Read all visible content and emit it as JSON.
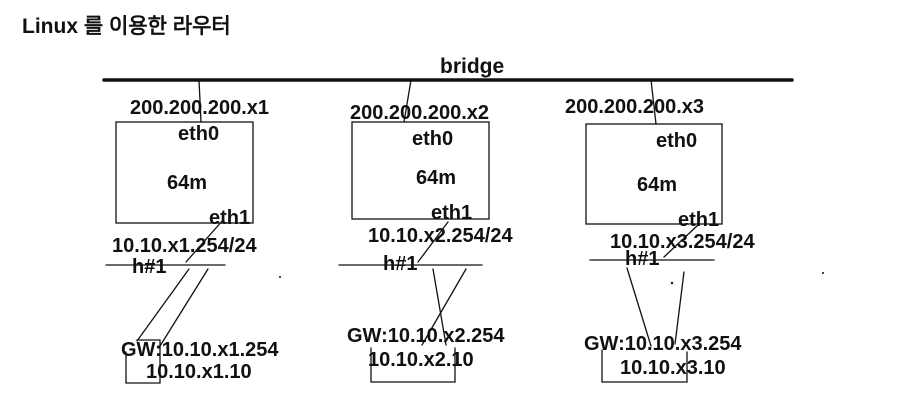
{
  "title": "Linux 를 이용한 라우터",
  "bridge_label": "bridge",
  "routers": [
    {
      "public_ip": "200.200.200.x1",
      "eth0": "eth0",
      "memory": "64m",
      "eth1": "eth1",
      "private_ip": "10.10.x1.254/24",
      "host": "h#1",
      "gateway": "GW:10.10.x1.254",
      "host_ip": "10.10.x1.10"
    },
    {
      "public_ip": "200.200.200.x2",
      "eth0": "eth0",
      "memory": "64m",
      "eth1": "eth1",
      "private_ip": "10.10.x2.254/24",
      "host": "h#1",
      "gateway": "GW:10.10.x2.254",
      "host_ip": "10.10.x2.10"
    },
    {
      "public_ip": "200.200.200.x3",
      "eth0": "eth0",
      "memory": "64m",
      "eth1": "eth1",
      "private_ip": "10.10.x3.254/24",
      "host": "h#1",
      "gateway": "GW:10.10.x3.254",
      "host_ip": "10.10.x3.10"
    }
  ]
}
